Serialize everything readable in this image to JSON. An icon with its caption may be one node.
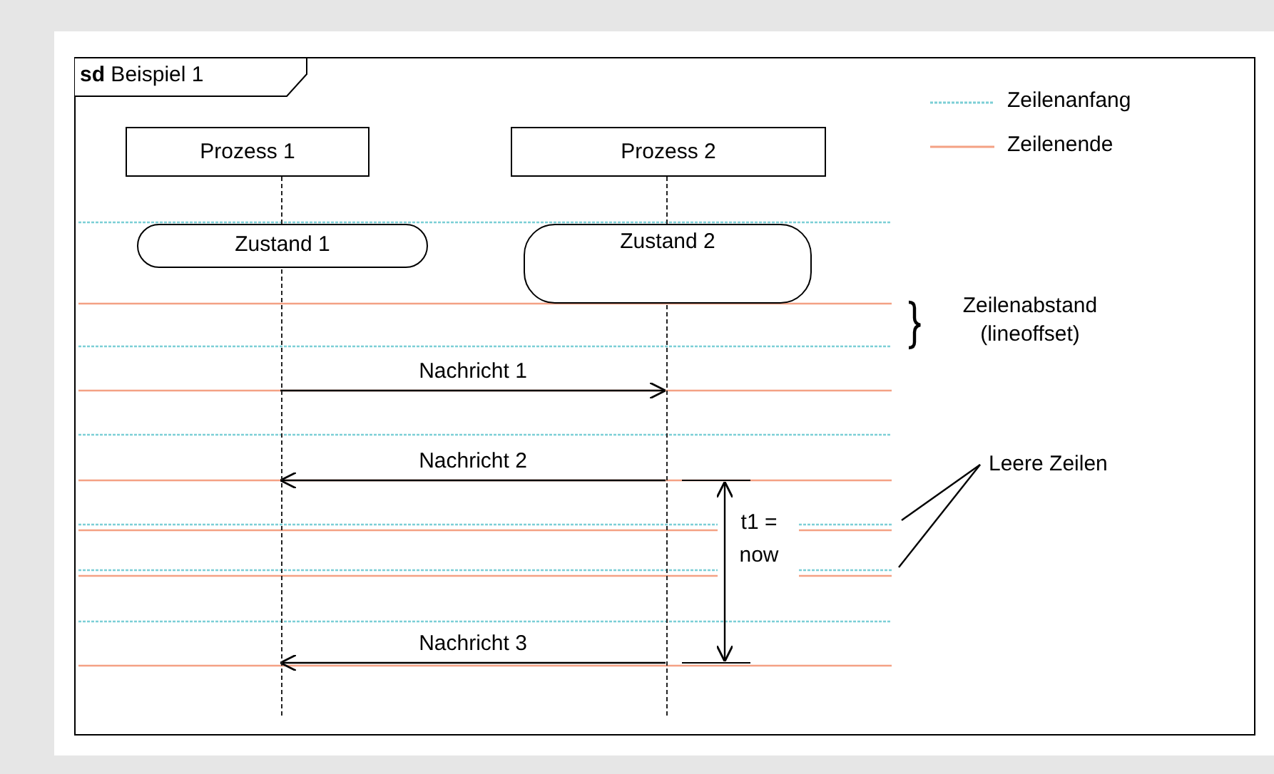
{
  "diagram": {
    "nodes": [
      {
        "text": [
          "**sd** Beispiel 1"
        ]
      },
      {
        "text": [
          "Prozess 1"
        ],
        "in": 0
      },
      {
        "text": [
          "Prozess 2"
        ],
        "in": 0
      },
      {
        "text": [],
        "shape": "line",
        "in": 0
      },
      {
        "text": [],
        "shape": "line",
        "in": 0
      },
      {
        "text": [
          "Zustand 1"
        ],
        "in": 0
      },
      {
        "text": [
          "Zustand 2"
        ],
        "in": 0
      },
      {
        "text": [
          "Leere Zeilen"
        ],
        "in": 0
      }
    ],
    "edges": [
      {
        "from": 3,
        "to": 4,
        "arrow": "to",
        "label": "Nachricht 1"
      },
      {
        "from": 4,
        "to": 3,
        "arrow": "to",
        "label": "Nachricht 2"
      },
      {
        "from": 4,
        "to": 3,
        "arrow": "to",
        "label": "Nachricht 3"
      },
      {
        "from": 7,
        "to": null,
        "arrow": "none"
      },
      {
        "from": 7,
        "to": null,
        "arrow": "none"
      }
    ],
    "labels": [
      "Zeilenabstand (lineoffset)",
      "t1 = now"
    ],
    "legend": [
      {
        "text": "Zeilenanfang"
      },
      {
        "text": "Zeilenende"
      }
    ]
  }
}
